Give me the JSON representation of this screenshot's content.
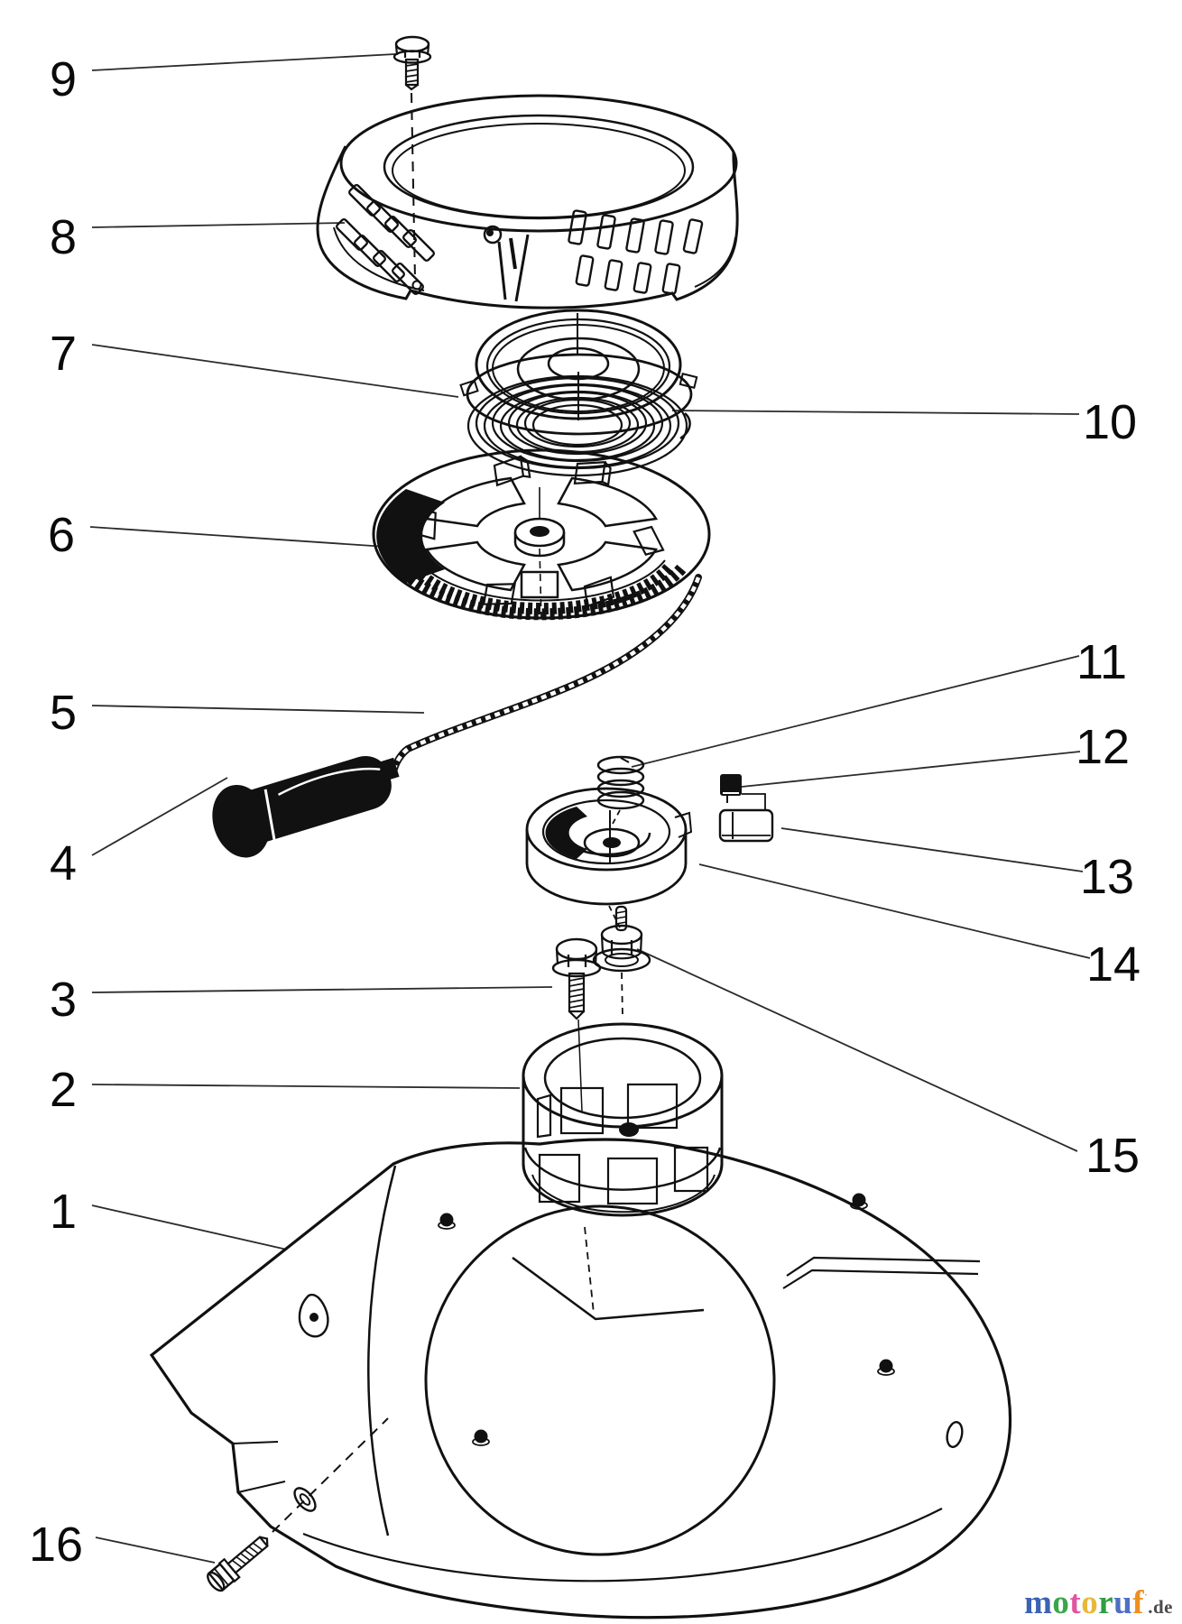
{
  "diagram": {
    "background": "#ffffff",
    "ink_color": "#111111",
    "leader_color": "#2b2b2b",
    "callouts": {
      "c1": "1",
      "c2": "2",
      "c3": "3",
      "c4": "4",
      "c5": "5",
      "c6": "6",
      "c7": "7",
      "c8": "8",
      "c9": "9",
      "c10": "10",
      "c11": "11",
      "c12": "12",
      "c13": "13",
      "c14": "14",
      "c15": "15",
      "c16": "16"
    }
  },
  "watermark": {
    "word": "motoruf",
    "letters": [
      {
        "ch": "m",
        "color": "#3c62b4"
      },
      {
        "ch": "o",
        "color": "#3aa64a"
      },
      {
        "ch": "t",
        "color": "#e0559e"
      },
      {
        "ch": "o",
        "color": "#e8b83a"
      },
      {
        "ch": "r",
        "color": "#2f9e3f"
      },
      {
        "ch": "u",
        "color": "#4f6fc4"
      },
      {
        "ch": "f",
        "color": "#ef8f1f"
      }
    ],
    "mark": "˙",
    "suffix": ".de",
    "suffix_color": "#4a4a4a"
  }
}
